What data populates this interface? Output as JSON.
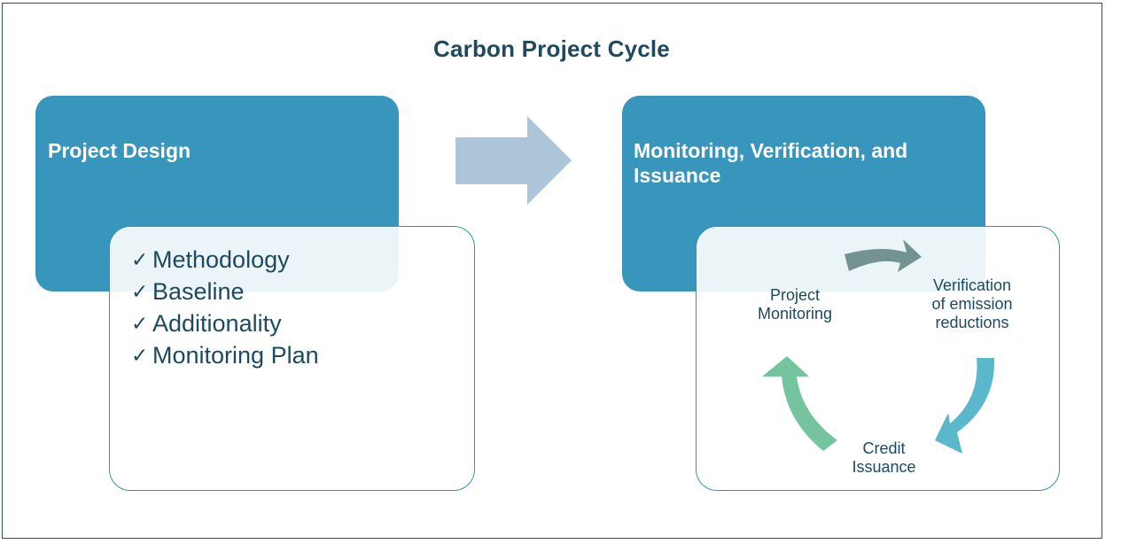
{
  "title": "Carbon Project Cycle",
  "project_design": {
    "heading": "Project Design",
    "items": [
      "Methodology",
      "Baseline",
      "Additionality",
      "Monitoring Plan"
    ],
    "check_glyph": "✓"
  },
  "mvi": {
    "heading": "Monitoring, Verification, and Issuance",
    "cycle": {
      "monitoring_lines": [
        "Project",
        "Monitoring"
      ],
      "verification_lines": [
        "Verification",
        "of emission",
        "reductions"
      ],
      "issuance_lines": [
        "Credit",
        "Issuance"
      ]
    }
  },
  "colors": {
    "title": "#1d4a5e",
    "blue_box": "#3895bb",
    "big_arrow": "#adc5d8",
    "arrow_gray": "#6b8d8b",
    "arrow_teal": "#52b3c8",
    "arrow_green": "#6cc19a",
    "text_dark": "#1d4a5e"
  },
  "icons": {
    "big_arrow": "right-arrow-icon",
    "check": "check-icon",
    "cycle_arrows": [
      "curved-arrow-icon",
      "curved-arrow-icon",
      "curved-arrow-icon"
    ]
  }
}
